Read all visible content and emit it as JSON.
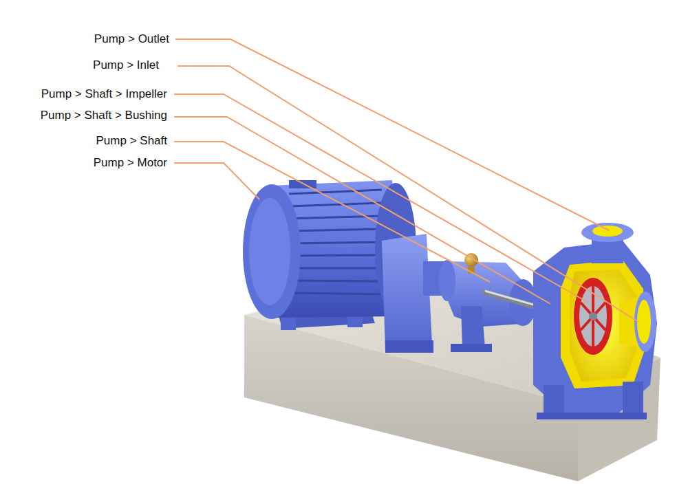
{
  "diagram": {
    "labels": [
      "Pump > Outlet",
      "Pump > Inlet",
      "Pump > Shaft > Impeller",
      "Pump > Shaft > Bushing",
      "Pump > Shaft",
      "Pump > Motor"
    ]
  }
}
